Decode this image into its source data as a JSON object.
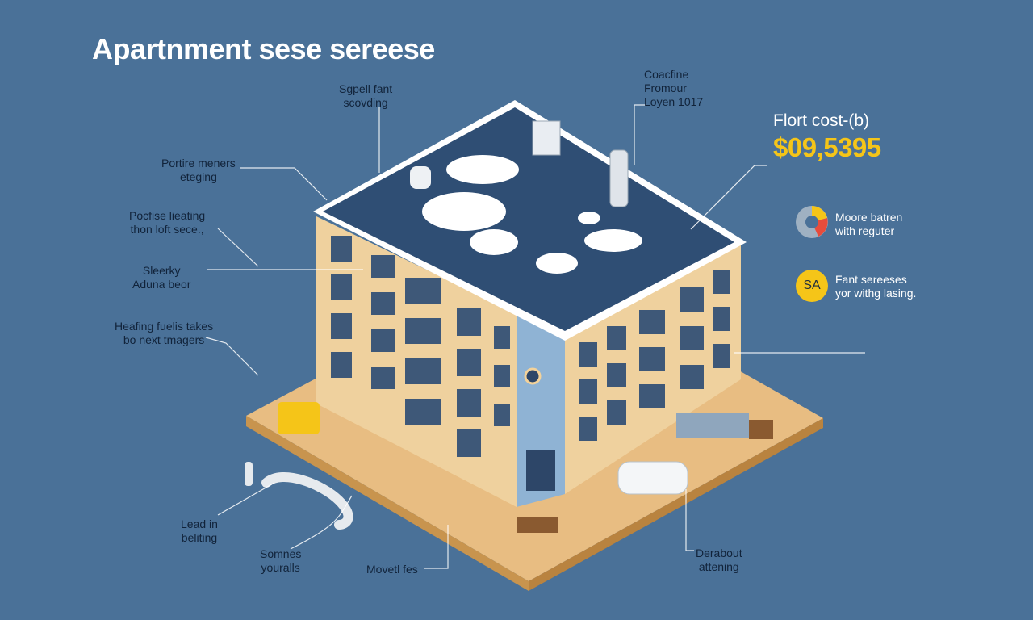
{
  "title": "Apartnment sese sereese",
  "callouts": {
    "spell_font": [
      "Sgpell fant",
      "scovding"
    ],
    "coactine": [
      "Coacfine",
      "Fromour",
      "Loyen 1017"
    ],
    "portire": [
      "Portire meners",
      "eteging"
    ],
    "pocfise": [
      "Pocfise lieating",
      "thon loft sece.,"
    ],
    "sleerky": [
      "Sleerky",
      "Aduna beor"
    ],
    "healing": [
      "Heafing fuelis takes",
      "bo next tmagers"
    ],
    "lead_in": [
      "Lead in",
      "beliting"
    ],
    "somnes": [
      "Somnes",
      "youralls"
    ],
    "movetl": [
      "Movetl fes"
    ],
    "derabout": [
      "Derabout",
      "attening"
    ]
  },
  "cost": {
    "label": "Flort cost-(b)",
    "value": "$09,5395"
  },
  "legend": {
    "pie": [
      "Moore batren",
      "with reguter"
    ],
    "badge_text": "SA",
    "badge": [
      "Fant sereeses",
      "yor withg lasing."
    ]
  },
  "colors": {
    "background": "#4a7198",
    "roof": "#2f4e74",
    "wall": "#efd19e",
    "accent": "#f5c518",
    "base": "#e8bd82"
  }
}
